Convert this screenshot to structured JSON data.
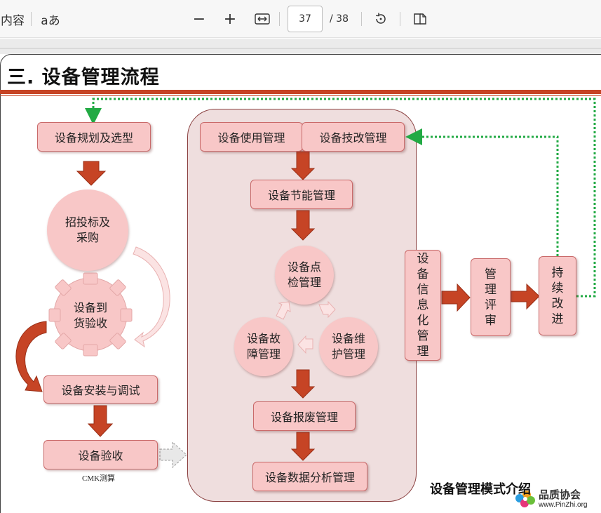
{
  "toolbar": {
    "content_label": "内容",
    "read_aloud_label": "aあ",
    "zoom_out": "−",
    "zoom_in": "+",
    "current_page": "37",
    "total_pages": "/ 38"
  },
  "slide": {
    "title": "三. 设备管理流程",
    "left_flow": {
      "planning": "设备规划及选型",
      "procurement": "招投标及\n采购",
      "delivery": "设备到\n货验收",
      "install": "设备安装与调试",
      "acceptance": "设备验收",
      "cmk_caption": "CMK测算"
    },
    "center_flow": {
      "usage": "设备使用管理",
      "retrofit": "设备技改管理",
      "energy": "设备节能管理",
      "inspection": "设备点\n检管理",
      "failure": "设备故\n障管理",
      "maintenance": "设备维\n护管理",
      "scrap": "设备报废管理",
      "data_analysis": "设备数据分析管理"
    },
    "right_flow": {
      "informatization": "设\n备\n信\n息\n化\n管\n理",
      "review": "管\n理\n评\n审",
      "improvement": "持\n续\n改\n进"
    },
    "footer_title": "设备管理模式介绍",
    "watermark_name": "品质协会",
    "watermark_url": "www.PinZhi.org"
  },
  "colors": {
    "accent_red": "#c64425",
    "box_fill": "#f8c7c7",
    "panel_fill": "#efdede",
    "dotted_green": "#22aa44"
  }
}
